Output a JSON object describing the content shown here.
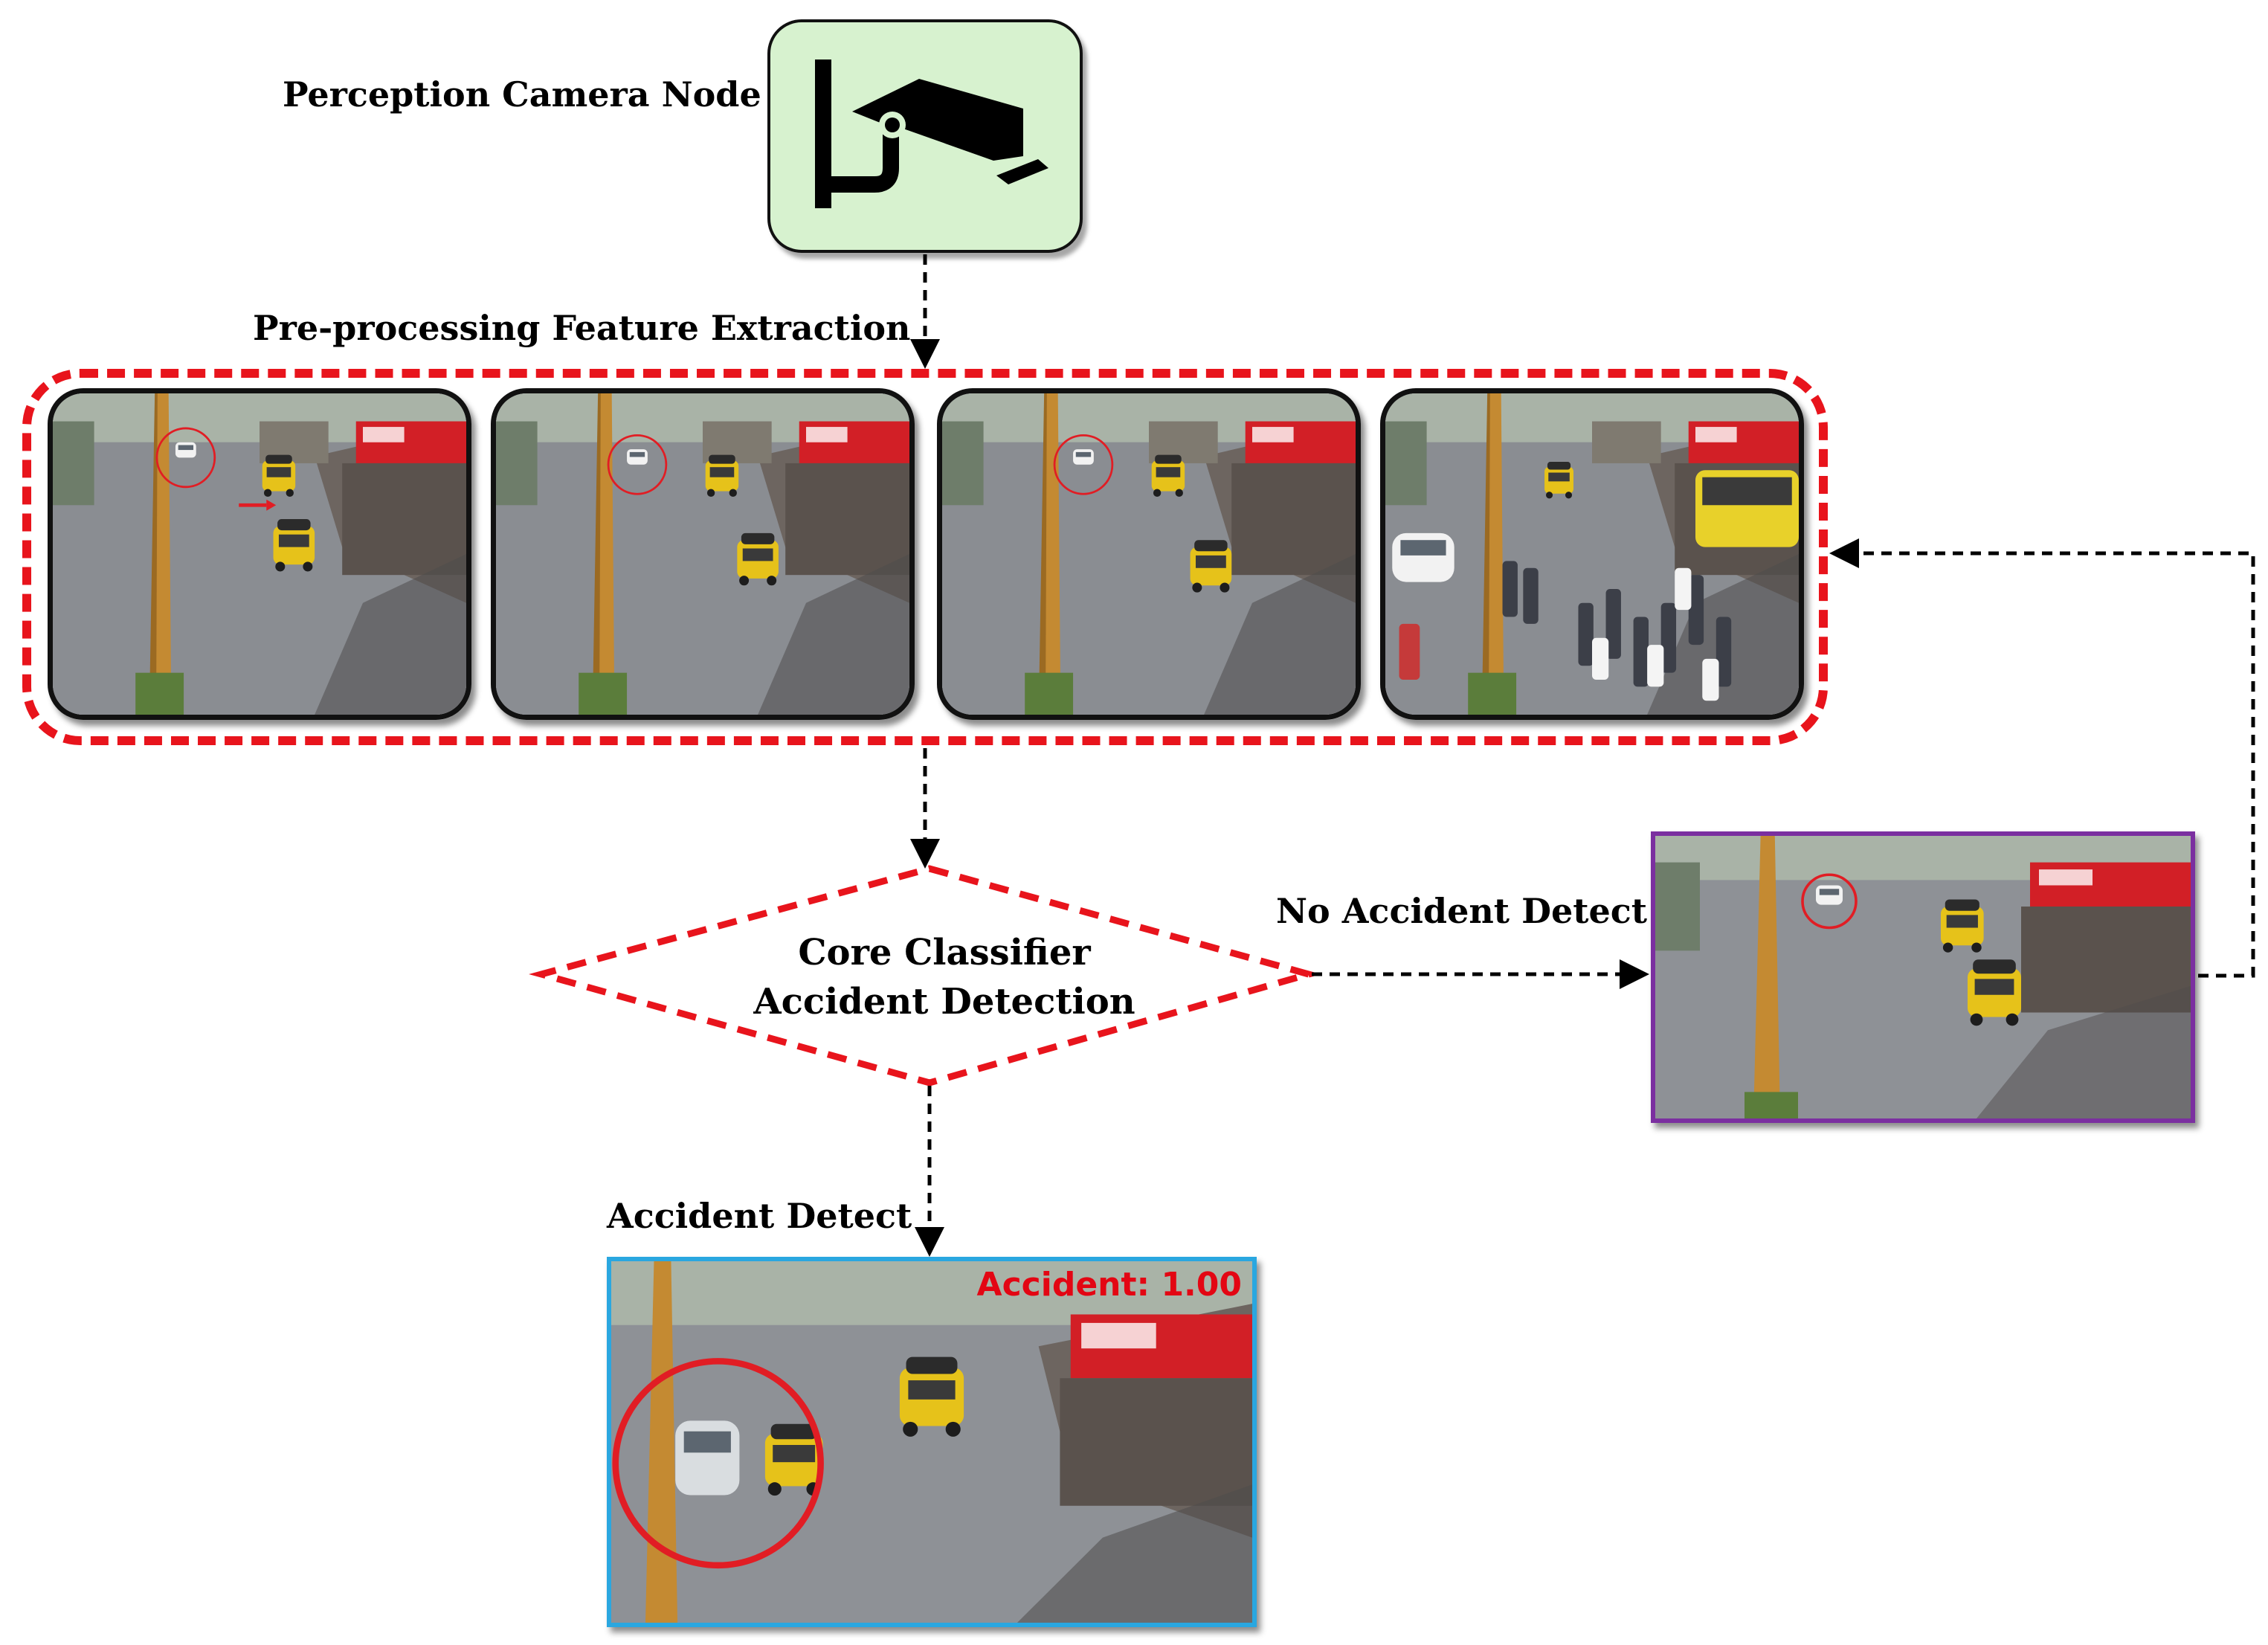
{
  "camera_node": {
    "label": "Perception Camera Node",
    "icon": "cctv-camera-icon",
    "fill_color": "#d7f2cf"
  },
  "preprocessing": {
    "label": "Pre-processing  Feature Extraction",
    "border_color": "#e8141c"
  },
  "classifier": {
    "line1": "Core Classifier",
    "line2": "Accident Detection",
    "border_color": "#e8141c"
  },
  "no_accident": {
    "label": "No Accident Detect",
    "border_color": "#7b2fa0"
  },
  "accident": {
    "label": "Accident Detect",
    "overlay": "Accident: 1.00",
    "border_color": "#2aa7e0"
  }
}
